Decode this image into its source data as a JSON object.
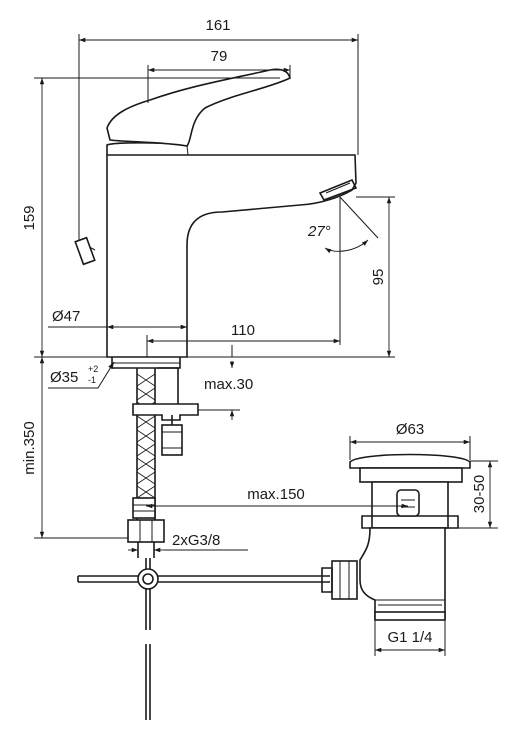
{
  "dimensions": {
    "overall_width": "161",
    "lever_width": "79",
    "overall_height": "159",
    "spout_angle": "27°",
    "spout_height": "95",
    "base_diameter": "Ø47",
    "spout_reach": "110",
    "hole_diameter": "Ø35",
    "hole_tol_plus": "+2",
    "hole_tol_minus": "-1",
    "max_deck": "max.30",
    "min_hose": "min.350",
    "waste_diameter": "Ø63",
    "waste_height": "30-50",
    "max_rod": "max.150",
    "hose_thread": "2xG3/8",
    "waste_thread": "G1 1/4"
  }
}
